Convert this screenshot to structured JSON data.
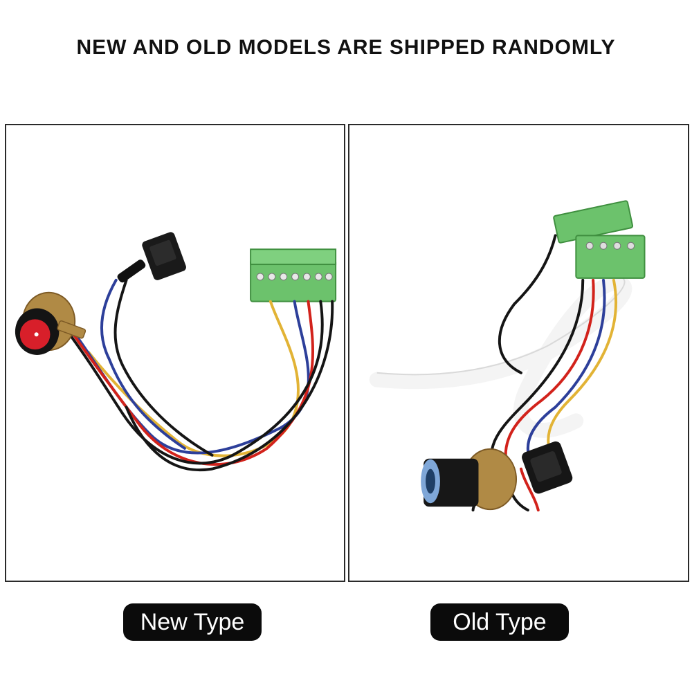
{
  "headline": "NEW AND OLD MODELS ARE SHIPPED RANDOMLY",
  "panels": {
    "new": {
      "label": "New Type"
    },
    "old": {
      "label": "Old Type"
    }
  },
  "icons": {
    "new_assembly": "wire-harness-new-icon",
    "old_assembly": "wire-harness-old-icon"
  },
  "colors": {
    "background": "#ffffff",
    "pill": "#0b0b0b",
    "terminal": "#6cc26c",
    "knob_new": "#d81f2a",
    "knob_old": "#1d1d1d",
    "wire_red": "#d2221b",
    "wire_black": "#151515",
    "wire_blue": "#2d3f9a",
    "wire_yellow": "#e2b335",
    "sleeve_white": "#f4f4f4"
  }
}
